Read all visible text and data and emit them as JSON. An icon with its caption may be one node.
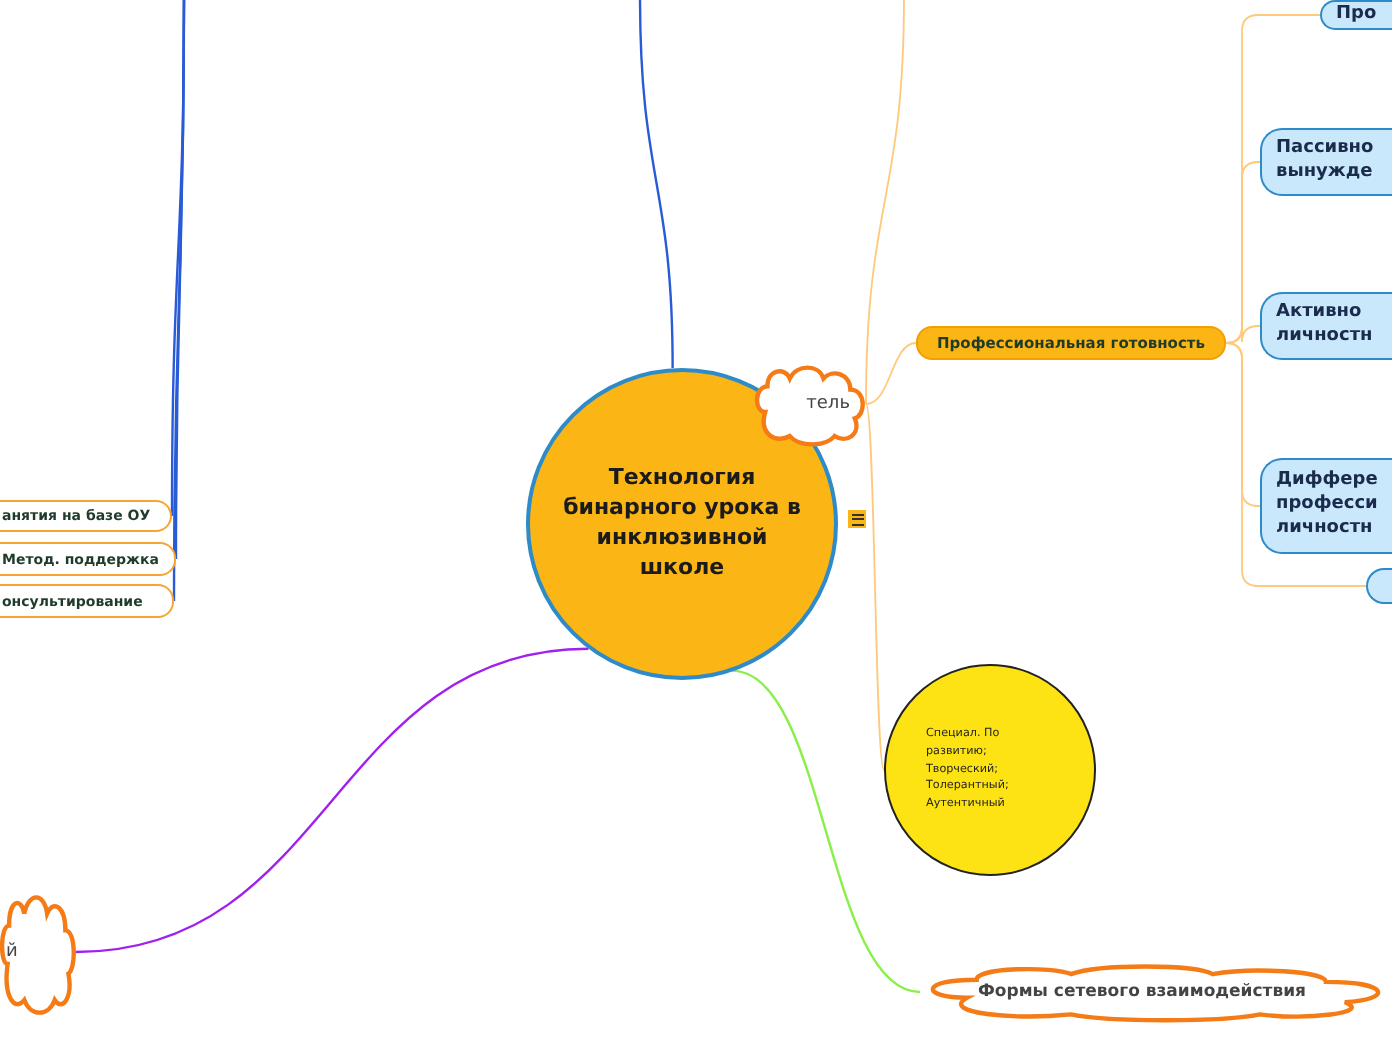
{
  "diagram": {
    "nodes": [
      {
        "text": [
          "Технология бинарного урока в инклюзивной школе"
        ]
      },
      {
        "text": [
          "тель"
        ]
      },
      {
        "text": [
          "Профессиональная готовность"
        ]
      },
      {
        "text": [
          "Про"
        ]
      },
      {
        "text": [
          "Пассивно вынужде"
        ]
      },
      {
        "text": [
          "Активно личностн"
        ]
      },
      {
        "text": [
          "Диффере професси личностн"
        ]
      },
      {
        "text": [],
        "shape": "box"
      },
      {
        "text": [
          "Специал. По развитию; Творческий; Толерантный; Аутентичный"
        ]
      },
      {
        "text": [
          "Формы сетевого взаимодействия"
        ]
      },
      {
        "text": [
          "й"
        ]
      },
      {
        "text": [
          "анятия на базе ОУ"
        ]
      },
      {
        "text": [
          "Метод. поддержка"
        ]
      },
      {
        "text": [
          "онсультирование"
        ]
      }
    ],
    "edges": [
      {
        "from": 0,
        "to": null,
        "arrow": "none",
        "color": "#2a5bd7"
      },
      {
        "from": 0,
        "to": 10,
        "arrow": "none",
        "color": "#a020f0"
      },
      {
        "from": 0,
        "to": 9,
        "arrow": "none",
        "color": "#88f048"
      },
      {
        "from": 1,
        "to": 2,
        "arrow": "none"
      },
      {
        "from": 1,
        "to": 8,
        "arrow": "none"
      },
      {
        "from": 1,
        "to": null,
        "arrow": "none"
      },
      {
        "from": 2,
        "to": 3,
        "arrow": "none"
      },
      {
        "from": 2,
        "to": 4,
        "arrow": "none"
      },
      {
        "from": 2,
        "to": 5,
        "arrow": "none"
      },
      {
        "from": 2,
        "to": 6,
        "arrow": "none"
      },
      {
        "from": 2,
        "to": 7,
        "arrow": "none"
      },
      {
        "from": null,
        "to": 11,
        "arrow": "none",
        "color": "#2a5bd7"
      },
      {
        "from": null,
        "to": 12,
        "arrow": "none",
        "color": "#2a5bd7"
      },
      {
        "from": null,
        "to": 13,
        "arrow": "none",
        "color": "#2a5bd7"
      }
    ]
  }
}
